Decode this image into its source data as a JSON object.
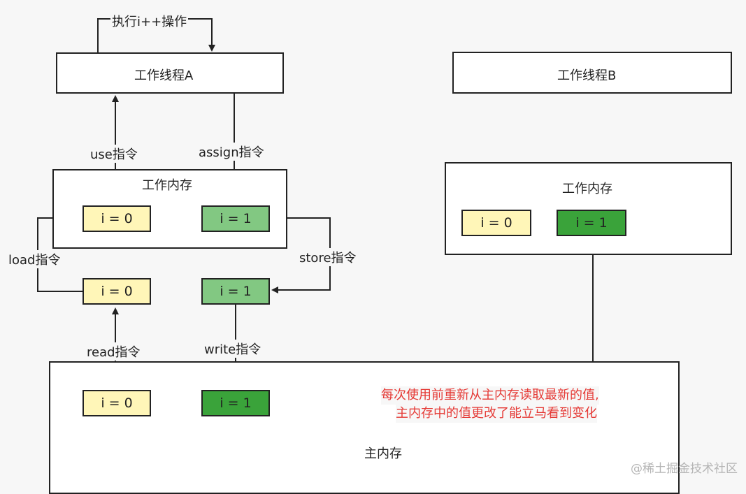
{
  "thread_a": {
    "title": "工作线程A",
    "loop_label": "执行i++操作"
  },
  "thread_b": {
    "title": "工作线程B"
  },
  "work_mem_a": {
    "title": "工作内存",
    "var_left": "i = 0",
    "var_right": "i = 1"
  },
  "work_mem_b": {
    "title": "工作内存",
    "var_left": "i = 0",
    "var_right": "i = 1"
  },
  "transfer": {
    "var_left": "i = 0",
    "var_right": "i = 1"
  },
  "main_mem": {
    "title": "主内存",
    "var_left": "i = 0",
    "var_right": "i = 1"
  },
  "instructions": {
    "use": "use指令",
    "assign": "assign指令",
    "load": "load指令",
    "store": "store指令",
    "read": "read指令",
    "write": "write指令"
  },
  "note": {
    "line1": "每次使用前重新从主内存读取最新的值,",
    "line2": "主内存中的值更改了能立马看到变化"
  },
  "watermark": "@稀土掘金技术社区",
  "colors": {
    "yellow": "#fff6b8",
    "light_green": "#82c882",
    "dark_green": "#3aa33a",
    "note_red": "#e53935"
  }
}
